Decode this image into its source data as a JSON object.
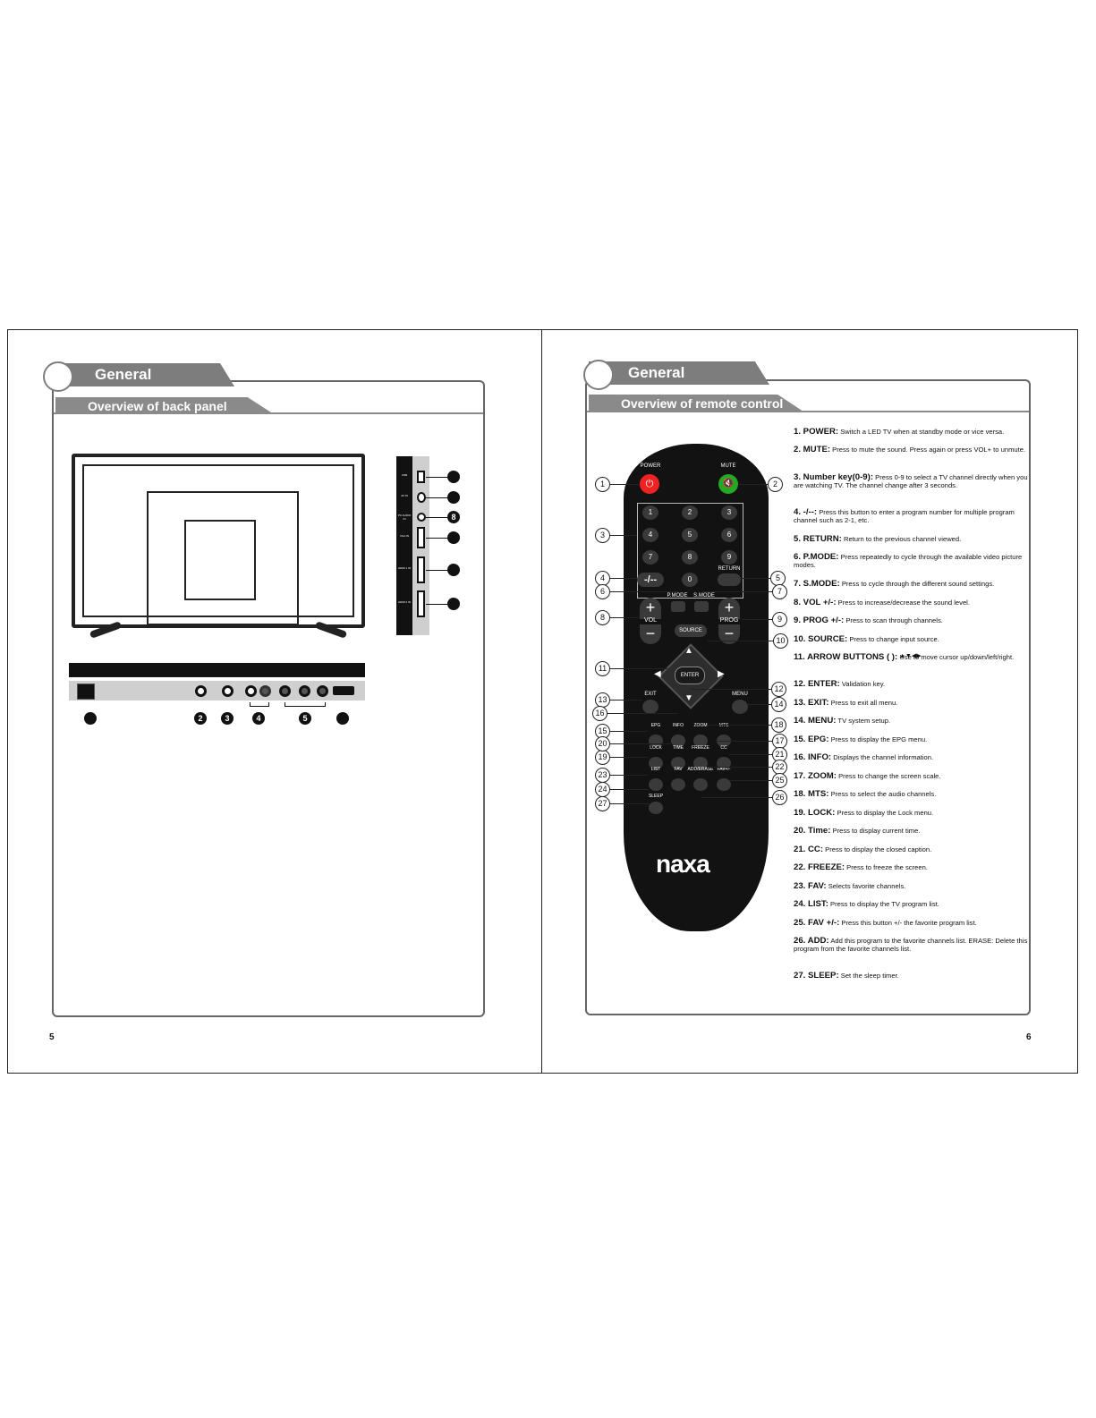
{
  "left_page": {
    "section_title": "General Description",
    "subsection_title": "Overview of back panel",
    "page_number": "5",
    "side_port_labels": [
      "USB",
      "AV IN",
      "PC AUDIO IN",
      "VGA IN",
      "HDMI 1 IN",
      "HDMI 2 IN"
    ],
    "side_bullets": [
      "",
      "",
      "8",
      "",
      "",
      ""
    ],
    "bottom_bullets": [
      "",
      "2",
      "3",
      "4",
      "5",
      ""
    ]
  },
  "right_page": {
    "section_title": "General Description",
    "subsection_title": "Overview of remote control",
    "page_number": "6",
    "remote": {
      "power": "POWER",
      "mute": "MUTE",
      "numbers": [
        "1",
        "2",
        "3",
        "4",
        "5",
        "6",
        "7",
        "8",
        "9",
        "-/--",
        "0"
      ],
      "return": "RETURN",
      "pmode": "P.MODE",
      "smode": "S.MODE",
      "vol": "VOL",
      "prog": "PROG",
      "source": "SOURCE",
      "enter": "ENTER",
      "exit": "EXIT",
      "menu": "MENU",
      "row1": [
        "EPG",
        "INFO",
        "ZOOM",
        "MTS"
      ],
      "row2": [
        "LOCK",
        "TIME",
        "FREEZE",
        "CC"
      ],
      "row3": [
        "LIST",
        "FAV",
        "ADD/ERASE",
        "FAV+/-"
      ],
      "sleep": "SLEEP",
      "logo": "naxa",
      "callouts": [
        "1",
        "2",
        "3",
        "4",
        "5",
        "6",
        "7",
        "8",
        "9",
        "10",
        "11",
        "12",
        "13",
        "14",
        "15",
        "16",
        "17",
        "18",
        "19",
        "20",
        "21",
        "22",
        "23",
        "24",
        "25",
        "26",
        "27"
      ]
    },
    "descriptions": [
      {
        "head": "1. POWER:",
        "text": " Switch a LED TV when at standby mode or vice versa."
      },
      {
        "head": "2. MUTE:",
        "text": " Press to mute the sound. Press again or press VOL+ to unmute."
      },
      {
        "head": "3. Number key(0-9):",
        "text": " Press 0-9 to select a TV channel directly when you are watching TV. The channel change after 3 seconds."
      },
      {
        "head": "4. -/--:",
        "text": " Press this button to enter a program number for multiple program channel such as 2-1, etc."
      },
      {
        "head": "5. RETURN:",
        "text": " Return to the previous channel viewed."
      },
      {
        "head": "6. P.MODE:",
        "text": " Press repeatedly to cycle through the available video picture modes."
      },
      {
        "head": "7. S.MODE:",
        "text": " Press to cycle through the different sound settings."
      },
      {
        "head": "8. VOL +/-:",
        "text": " Press to increase/decrease the sound level."
      },
      {
        "head": "9. PROG +/-:",
        "text": " Press to scan through channels."
      },
      {
        "head": "10. SOURCE:",
        "text": " Press to change input source."
      },
      {
        "head": "11. ARROW BUTTONS (                    ):",
        "text": " Use to move cursor up/down/left/right."
      },
      {
        "head": "12. ENTER:",
        "text": " Validation key."
      },
      {
        "head": "13. EXIT:",
        "text": " Press to exit all menu."
      },
      {
        "head": "14. MENU:",
        "text": " TV system setup."
      },
      {
        "head": "15. EPG:",
        "text": " Press to display the EPG menu."
      },
      {
        "head": "16. INFO:",
        "text": " Displays the channel information."
      },
      {
        "head": "17. ZOOM:",
        "text": " Press to change the screen scale."
      },
      {
        "head": "18. MTS:",
        "text": " Press to select the audio channels."
      },
      {
        "head": "19. LOCK:",
        "text": " Press to display the Lock menu."
      },
      {
        "head": "20. Time:",
        "text": " Press to display current time."
      },
      {
        "head": "21. CC:",
        "text": " Press to display the closed caption."
      },
      {
        "head": "22. FREEZE:",
        "text": " Press to freeze the screen."
      },
      {
        "head": "23. FAV:",
        "text": " Selects favorite channels."
      },
      {
        "head": "24. LIST:",
        "text": " Press to display the TV program list."
      },
      {
        "head": "25. FAV +/-:",
        "text": " Press this button +/- the favorite program list."
      },
      {
        "head": "26. ADD:",
        "text": " Add this program to the favorite channels list. ERASE: Delete this program from the favorite channels list."
      },
      {
        "head": "27. SLEEP:",
        "text": " Set the sleep timer."
      }
    ]
  }
}
